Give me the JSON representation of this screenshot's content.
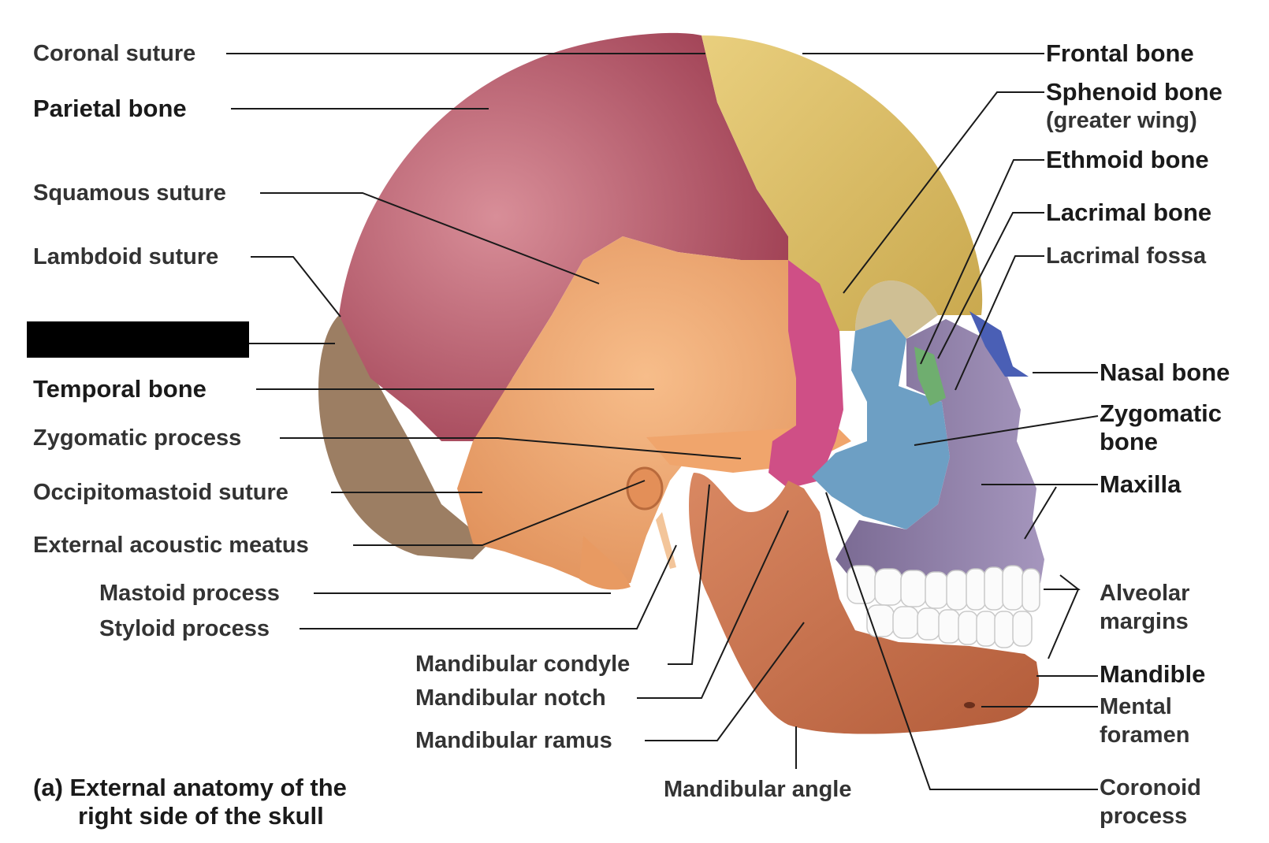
{
  "labels": {
    "coronal_suture": "Coronal suture",
    "parietal_bone": "Parietal bone",
    "squamous_suture": "Squamous suture",
    "lambdoid_suture": "Lambdoid suture",
    "temporal_bone": "Temporal bone",
    "zygomatic_process": "Zygomatic process",
    "occipitomastoid_suture": "Occipitomastoid suture",
    "external_acoustic_meatus": "External acoustic meatus",
    "mastoid_process": "Mastoid process",
    "styloid_process": "Styloid process",
    "mandibular_condyle": "Mandibular condyle",
    "mandibular_notch": "Mandibular notch",
    "mandibular_ramus": "Mandibular ramus",
    "mandibular_angle": "Mandibular angle",
    "frontal_bone": "Frontal bone",
    "sphenoid_bone": "Sphenoid bone",
    "sphenoid_sub": "(greater wing)",
    "ethmoid_bone": "Ethmoid bone",
    "lacrimal_bone": "Lacrimal bone",
    "lacrimal_fossa": "Lacrimal fossa",
    "nasal_bone": "Nasal bone",
    "zygomatic_bone_1": "Zygomatic",
    "zygomatic_bone_2": "bone",
    "maxilla": "Maxilla",
    "alveolar_1": "Alveolar",
    "alveolar_2": "margins",
    "mandible": "Mandible",
    "mental_1": "Mental",
    "mental_2": "foramen",
    "coronoid_1": "Coronoid",
    "coronoid_2": "process"
  },
  "caption": {
    "line1": "(a) External anatomy of the",
    "line2": "right side of the skull"
  },
  "colors": {
    "parietal": "#b85a6c",
    "frontal": "#e2c46a",
    "temporal": "#f2a870",
    "occipital": "#9c7e63",
    "sphenoid": "#cf4f86",
    "zygomatic": "#6d9fc4",
    "maxilla": "#8e7fa6",
    "nasal": "#4a5fb5",
    "ethmoid": "#6fae6f",
    "mandible": "#c8724f",
    "teeth": "#fbfbfb"
  }
}
